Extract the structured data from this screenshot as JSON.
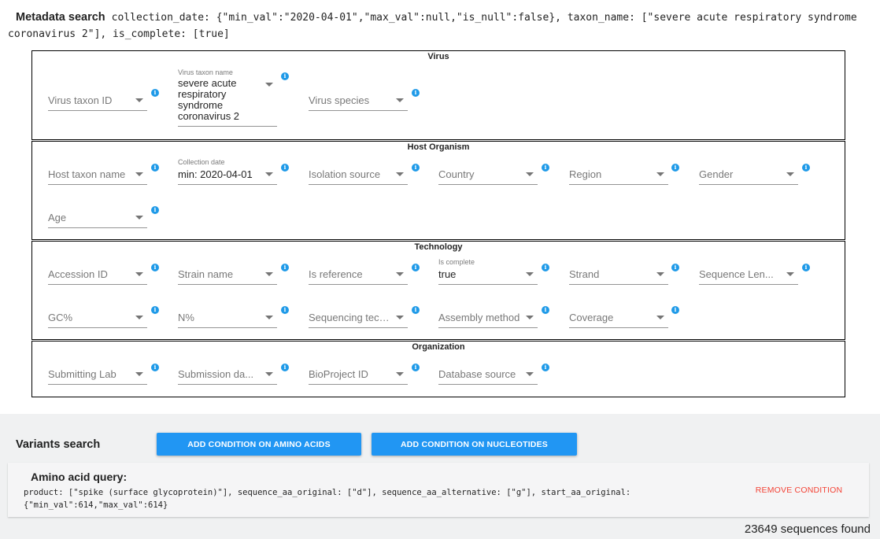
{
  "metadata": {
    "title": "Metadata search",
    "query": "collection_date: {\"min_val\":\"2020-04-01\",\"max_val\":null,\"is_null\":false}, taxon_name: [\"severe acute respiratory syndrome coronavirus 2\"], is_complete: [true]"
  },
  "groups": {
    "virus": {
      "title": "Virus",
      "virus_taxon_id": "Virus taxon ID",
      "virus_taxon_name_label": "Virus taxon name",
      "virus_taxon_name_value": "severe acute respiratory syndrome coronavirus 2",
      "virus_species": "Virus species"
    },
    "host": {
      "title": "Host Organism",
      "host_taxon_name": "Host taxon name",
      "collection_date_label": "Collection date",
      "collection_date_value": "min: 2020-04-01",
      "isolation_source": "Isolation source",
      "country": "Country",
      "region": "Region",
      "gender": "Gender",
      "age": "Age"
    },
    "technology": {
      "title": "Technology",
      "accession_id": "Accession ID",
      "strain_name": "Strain name",
      "is_reference": "Is reference",
      "is_complete_label": "Is complete",
      "is_complete_value": "true",
      "strand": "Strand",
      "sequence_length": "Sequence Len...",
      "gc_percent": "GC%",
      "n_percent": "N%",
      "sequencing_technology": "Sequencing techn...",
      "assembly_method": "Assembly method",
      "coverage": "Coverage"
    },
    "organization": {
      "title": "Organization",
      "submitting_lab": "Submitting Lab",
      "submission_date": "Submission da...",
      "bioproject_id": "BioProject ID",
      "database_source": "Database source"
    }
  },
  "info_glyph": "i",
  "variants": {
    "title": "Variants search",
    "add_aa_label": "ADD CONDITION ON AMINO ACIDS",
    "add_nt_label": "ADD CONDITION ON NUCLEOTIDES",
    "aa_query_title": "Amino acid query:",
    "aa_query_text": "product: [\"spike (surface glycoprotein)\"], sequence_aa_original: [\"d\"], sequence_aa_alternative: [\"g\"], start_aa_original: {\"min_val\":614,\"max_val\":614}",
    "remove_label": "REMOVE CONDITION"
  },
  "results": {
    "found_text": "23649 sequences found"
  },
  "colors": {
    "primary": "#2196f3",
    "info": "#1f9ae8",
    "remove": "#f44336",
    "panel_bg": "#f0f1f2"
  }
}
